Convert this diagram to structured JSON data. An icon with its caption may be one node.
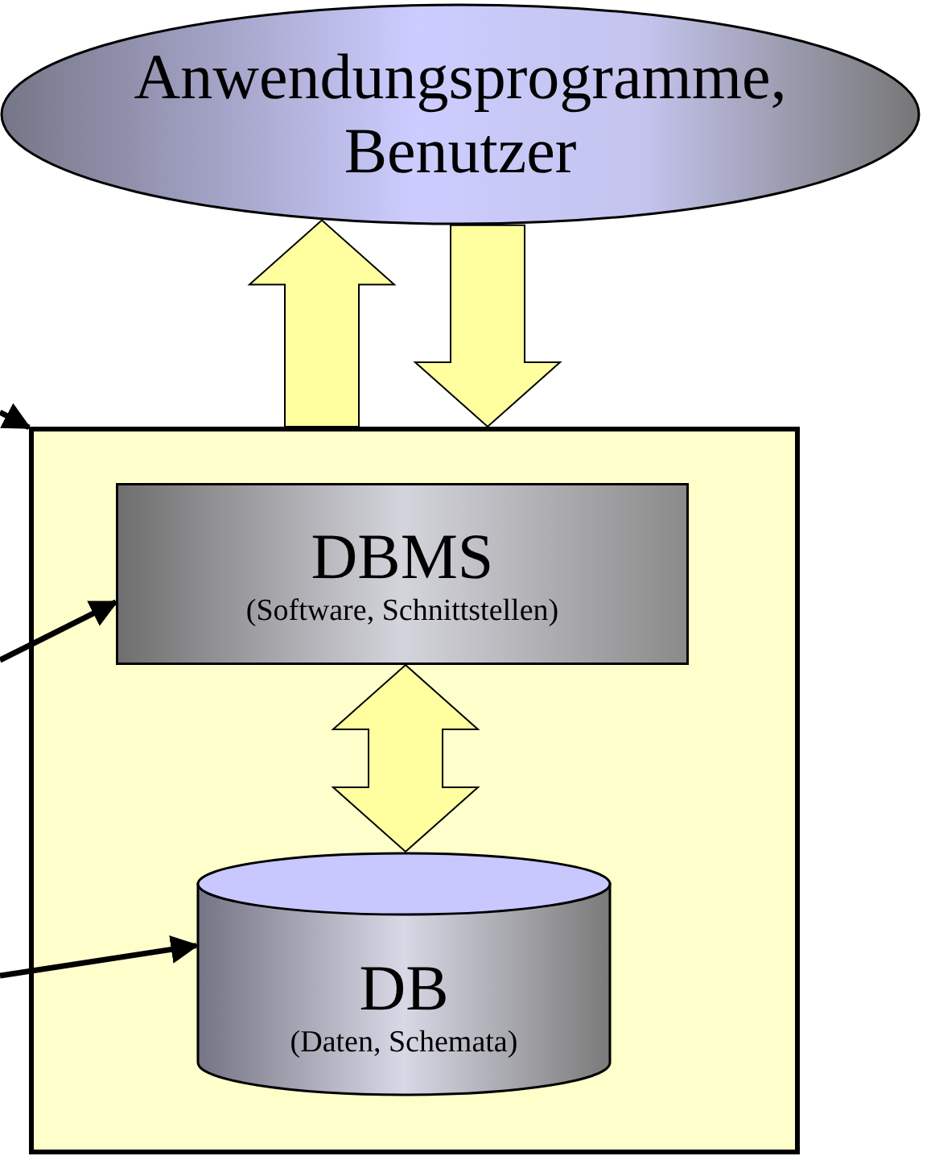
{
  "diagram": {
    "nodes": [
      {
        "text": [
          "Anwendungsprogramme, Benutzer"
        ]
      },
      {
        "text": [],
        "shape": "box"
      },
      {
        "text": [
          "DBMS",
          "(Software, Schnittstellen)"
        ],
        "in": 1
      },
      {
        "text": [
          "DB",
          "(Daten, Schemata)"
        ],
        "in": 1
      }
    ],
    "edges": [
      {
        "from": 1,
        "to": 0,
        "arrow": "to",
        "style": "thick",
        "color": "#ffffa0"
      },
      {
        "from": 0,
        "to": 1,
        "arrow": "to",
        "style": "thick",
        "color": "#ffffa0"
      },
      {
        "from": 2,
        "to": 3,
        "arrow": "both",
        "style": "thick",
        "color": "#ffffa0"
      },
      {
        "from": null,
        "to": 1,
        "arrow": "to"
      },
      {
        "from": null,
        "to": 2,
        "arrow": "to"
      },
      {
        "from": null,
        "to": 3,
        "arrow": "to"
      }
    ]
  }
}
